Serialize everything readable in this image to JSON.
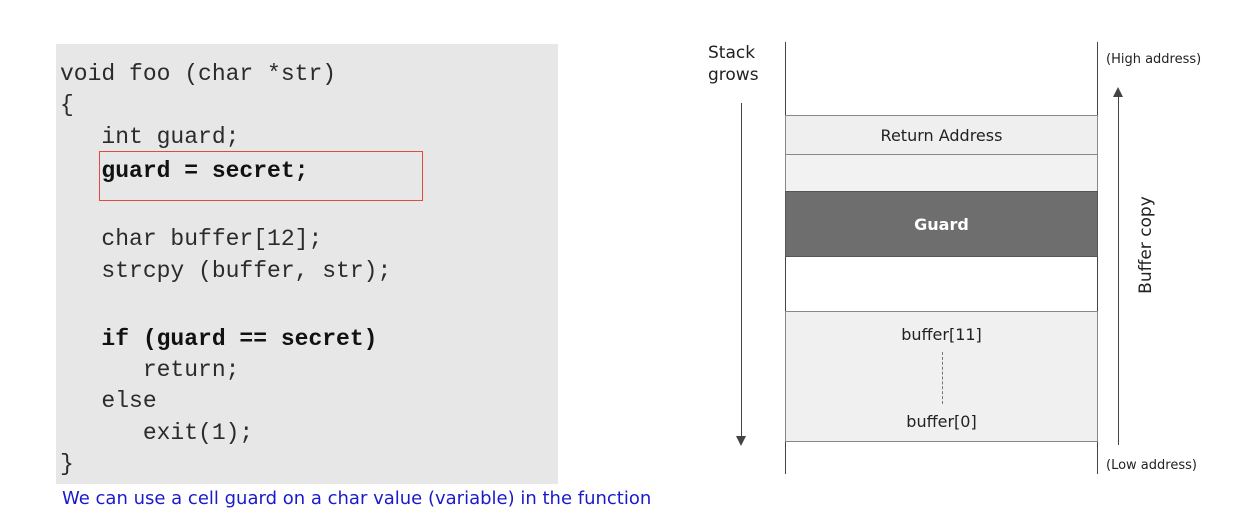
{
  "code": {
    "lines": [
      "void foo (char *str)",
      "{",
      "   int guard;",
      "   guard = secret;",
      "   char buffer[12];",
      "   strcpy (buffer, str);",
      "   if (guard == secret)",
      "      return;",
      "   else",
      "      exit(1);",
      "}"
    ],
    "caption": "We can use a cell guard on a char value (variable) in the function"
  },
  "stack": {
    "grows_label": "Stack grows",
    "high_address": "(High address)",
    "low_address": "(Low address)",
    "buffer_copy_label": "Buffer copy",
    "cells": {
      "return_address": "Return Address",
      "guard": "Guard",
      "buffer_top": "buffer[11]",
      "buffer_bottom": "buffer[0]"
    }
  },
  "colors": {
    "highlight_border": "#e04a3f",
    "guard_fill": "#6e6e6e",
    "caption_text": "#1a1acc"
  }
}
